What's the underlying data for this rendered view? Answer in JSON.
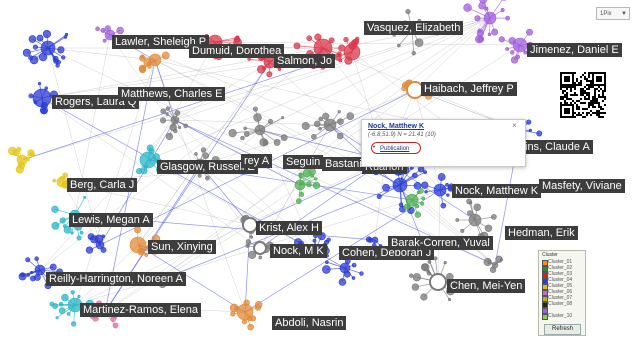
{
  "labels": [
    "Lawler, Sheleigh P",
    "Dumuid, Dorothea",
    "Salmon, Jo",
    "Vasquez, Elizabeth",
    "Jimenez, Daniel E",
    "Haibach, Jeffrey P",
    "Rogers, Laura Q",
    "Matthews, Charles E",
    "Glasgow, Russell E",
    "rey A",
    "Seguin",
    "Bastani",
    "Ruanon",
    "ins, Claude A",
    "Nock, Matthew K",
    "Masfety, Viviane",
    "Berg, Carla J",
    "Lewis, Megan A",
    "Krist, Alex H",
    "Nock, M K",
    "Cohen, Deborah J",
    "Barak-Corren, Yuval",
    "Hedman, Erik",
    "Sun, Xinying",
    "Reilly-Harrington, Noreen A",
    "Chen, Mei-Yen",
    "Martinez-Ramos, Elena",
    "Abdoli, Nasrin"
  ],
  "popup": {
    "name": "Nock, Matthew K",
    "coords": "(-6.8,51.9) N = 21.41 (10)",
    "close": "×",
    "bullet": "•",
    "link": "Publication"
  },
  "zoom": {
    "value": "1Pix",
    "arrow": "▼"
  },
  "legend": {
    "title": "Cluster",
    "items": [
      {
        "label": "Cluster_01",
        "color": "#ff8c1a"
      },
      {
        "label": "Cluster_02",
        "color": "#2e8b2e"
      },
      {
        "label": "Cluster_03",
        "color": "#cc2222"
      },
      {
        "label": "Cluster_04",
        "color": "#2a3bd6"
      },
      {
        "label": "Cluster_05",
        "color": "#d4c21a"
      },
      {
        "label": "Cluster_06",
        "color": "#cc66cc"
      },
      {
        "label": "Cluster_07",
        "color": "#b3b300"
      },
      {
        "label": "Cluster_08",
        "color": "#222222"
      },
      {
        "label": "",
        "color": "#9966cc"
      },
      {
        "label": "Cluster_10",
        "color": "#8fd14f"
      }
    ],
    "refresh": "Refresh"
  },
  "clusters": {
    "blue": "#2a3bd6",
    "red": "#d9374a",
    "purple": "#a05ed9",
    "green": "#4caf50",
    "teal": "#2ab5c7",
    "orange": "#e08a3a",
    "grey": "#7a7a7a",
    "yellow": "#e6c619",
    "pink": "#e06aa6"
  }
}
